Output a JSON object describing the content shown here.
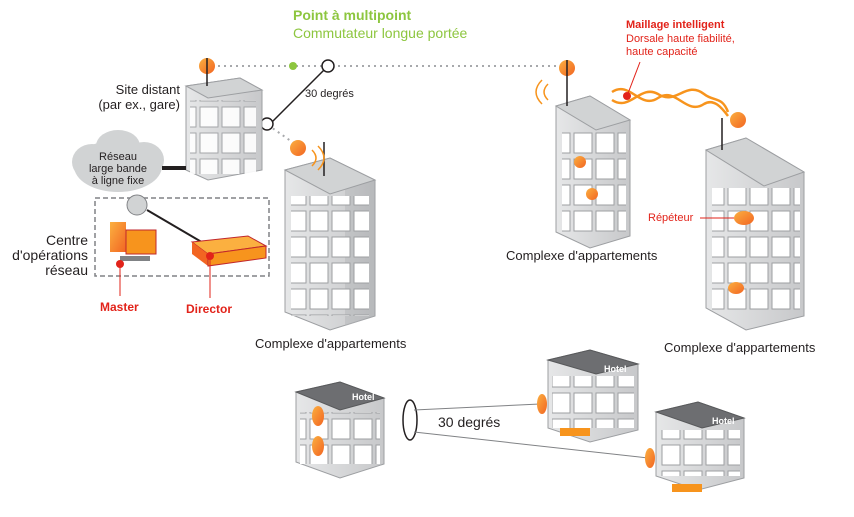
{
  "labels": {
    "multipoint_title": "Point à multipoint",
    "multipoint_subtitle": "Commutateur longue portée",
    "smart_mesh_title": "Maillage intelligent",
    "smart_mesh_line1": "Dorsale haute fiabilité,",
    "smart_mesh_line2": "haute capacité",
    "remote_site_line1": "Site distant",
    "remote_site_line2": "(par ex., gare)",
    "angle_small": "30 degrés",
    "network_line1": "Réseau",
    "network_line2": "large bande",
    "network_line3": "à ligne fixe",
    "noc_line1": "Centre",
    "noc_line2": "d'opérations",
    "noc_line3": "réseau",
    "master": "Master",
    "director": "Director",
    "apartments_left": "Complexe d'appartements",
    "apartments_middle": "Complexe d'appartements",
    "apartments_right": "Complexe d'appartements",
    "repeater": "Répéteur",
    "angle_large": "30 degrés",
    "hotel_sign": "Hotel"
  },
  "colors": {
    "accent_red": "#e2231a",
    "accent_green": "#8dc63f",
    "radio_orange": "#f7941d",
    "building_gray": "#d9dadb",
    "building_dark": "#a7a9ac",
    "text_dark": "#231f20"
  },
  "icons": [
    "cloud-icon",
    "router-icon",
    "monitor-icon",
    "director-appliance-icon",
    "radio-antenna-icon",
    "repeater-icon",
    "signal-wave-icon"
  ]
}
